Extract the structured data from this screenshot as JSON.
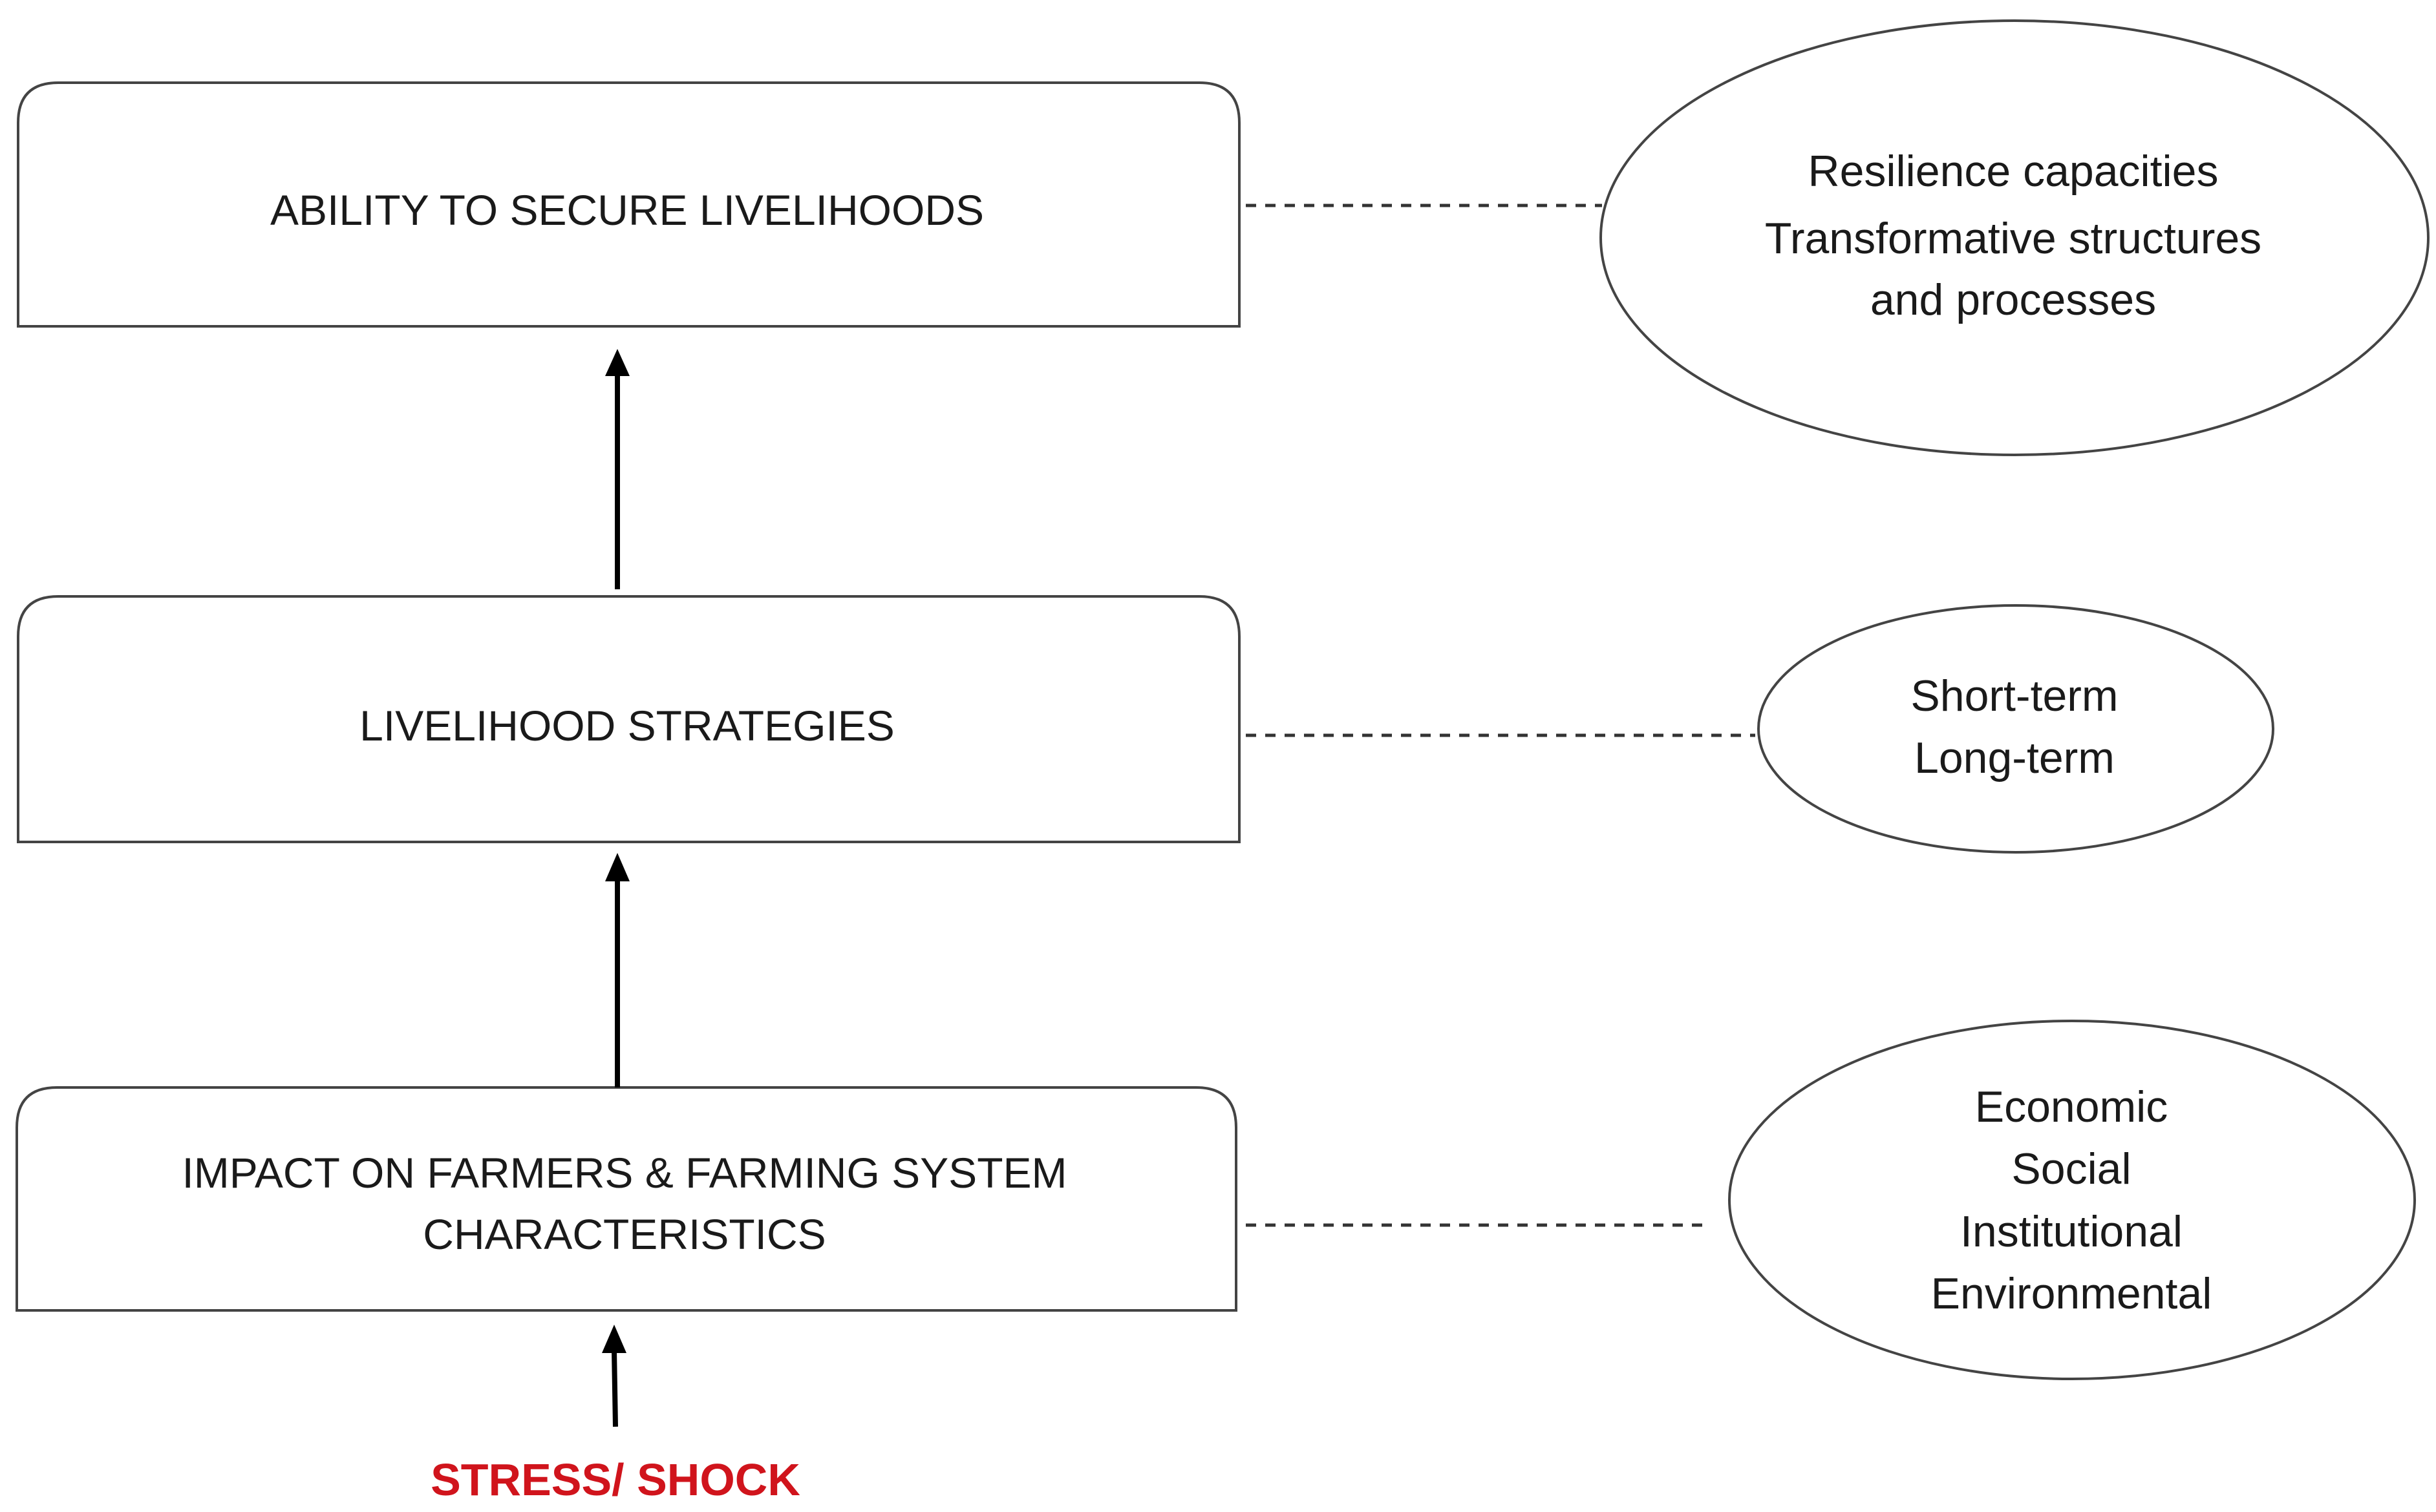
{
  "boxes": {
    "ability": {
      "line1": "ABILITY TO SECURE LIVELIHOODS"
    },
    "strategies": {
      "line1": "LIVELIHOOD STRATEGIES"
    },
    "impact": {
      "line1": "IMPACT ON FARMERS & FARMING SYSTEM",
      "line2": "CHARACTERISTICS"
    }
  },
  "ellipses": {
    "resilience": {
      "line1": "Resilience capacities",
      "line2": "Transformative structures",
      "line3": "and processes"
    },
    "term": {
      "line1": "Short-term",
      "line2": "Long-term"
    },
    "dimensions": {
      "line1": "Economic",
      "line2": "Social",
      "line3": "Institutional",
      "line4": "Environmental"
    }
  },
  "shock": {
    "label": "STRESS/ SHOCK",
    "color": "#d0141c"
  }
}
